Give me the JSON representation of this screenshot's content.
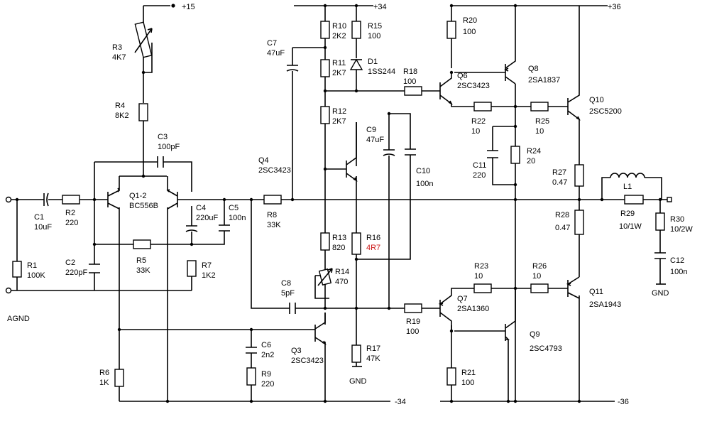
{
  "rails": {
    "p15": "+15",
    "p34": "+34",
    "p36": "+36",
    "m34": "-34",
    "m36": "-36",
    "agnd": "AGND",
    "gnd": "GND",
    "gnd2": "GND"
  },
  "components": {
    "R1": {
      "ref": "R1",
      "value": "100K"
    },
    "R2": {
      "ref": "R2",
      "value": "220"
    },
    "R3": {
      "ref": "R3",
      "value": "4K7"
    },
    "R4": {
      "ref": "R4",
      "value": "8K2"
    },
    "R5": {
      "ref": "R5",
      "value": "33K"
    },
    "R6": {
      "ref": "R6",
      "value": "1K"
    },
    "R7": {
      "ref": "R7",
      "value": "1K2"
    },
    "R8": {
      "ref": "R8",
      "value": "33K"
    },
    "R9": {
      "ref": "R9",
      "value": "220"
    },
    "R10": {
      "ref": "R10",
      "value": "2K2"
    },
    "R11": {
      "ref": "R11",
      "value": "2K7"
    },
    "R12": {
      "ref": "R12",
      "value": "2K7"
    },
    "R13": {
      "ref": "R13",
      "value": "820"
    },
    "R14": {
      "ref": "R14",
      "value": "470"
    },
    "R15": {
      "ref": "R15",
      "value": "100"
    },
    "R16": {
      "ref": "R16",
      "value": "4R7"
    },
    "R17": {
      "ref": "R17",
      "value": "47K"
    },
    "R18": {
      "ref": "R18",
      "value": "100"
    },
    "R19": {
      "ref": "R19",
      "value": "100"
    },
    "R20": {
      "ref": "R20",
      "value": "100"
    },
    "R21": {
      "ref": "R21",
      "value": "100"
    },
    "R22": {
      "ref": "R22",
      "value": "10"
    },
    "R23": {
      "ref": "R23",
      "value": "10"
    },
    "R24": {
      "ref": "R24",
      "value": "20"
    },
    "R25": {
      "ref": "R25",
      "value": "10"
    },
    "R26": {
      "ref": "R26",
      "value": "10"
    },
    "R27": {
      "ref": "R27",
      "value": "0.47"
    },
    "R28": {
      "ref": "R28",
      "value": "0.47"
    },
    "R29": {
      "ref": "R29",
      "value": "10/1W"
    },
    "R30": {
      "ref": "R30",
      "value": "10/2W"
    },
    "C1": {
      "ref": "C1",
      "value": "10uF"
    },
    "C2": {
      "ref": "C2",
      "value": "220pF"
    },
    "C3": {
      "ref": "C3",
      "value": "100pF"
    },
    "C4": {
      "ref": "C4",
      "value": "220uF"
    },
    "C5": {
      "ref": "C5",
      "value": "100n"
    },
    "C6": {
      "ref": "C6",
      "value": "2n2"
    },
    "C7": {
      "ref": "C7",
      "value": "47uF"
    },
    "C8": {
      "ref": "C8",
      "value": "5pF"
    },
    "C9": {
      "ref": "C9",
      "value": "47uF"
    },
    "C10": {
      "ref": "C10",
      "value": "100n"
    },
    "C11": {
      "ref": "C11",
      "value": "220"
    },
    "C12": {
      "ref": "C12",
      "value": "100n"
    },
    "D1": {
      "ref": "D1",
      "value": "1SS244"
    },
    "L1": {
      "ref": "L1"
    },
    "Q1": {
      "ref": "Q1-2",
      "value": "BC556B"
    },
    "Q3": {
      "ref": "Q3",
      "value": "2SC3423"
    },
    "Q4": {
      "ref": "Q4",
      "value": "2SC3423"
    },
    "Q6": {
      "ref": "Q6",
      "value": "2SC3423"
    },
    "Q7": {
      "ref": "Q7",
      "value": "2SA1360"
    },
    "Q8": {
      "ref": "Q8",
      "value": "2SA1837"
    },
    "Q9": {
      "ref": "Q9",
      "value": "2SC4793"
    },
    "Q10": {
      "ref": "Q10",
      "value": "2SC5200"
    },
    "Q11": {
      "ref": "Q11",
      "value": "2SA1943"
    }
  },
  "colors": {
    "wire": "#000000",
    "highlight": "#cc1a1a",
    "background": "#ffffff"
  }
}
